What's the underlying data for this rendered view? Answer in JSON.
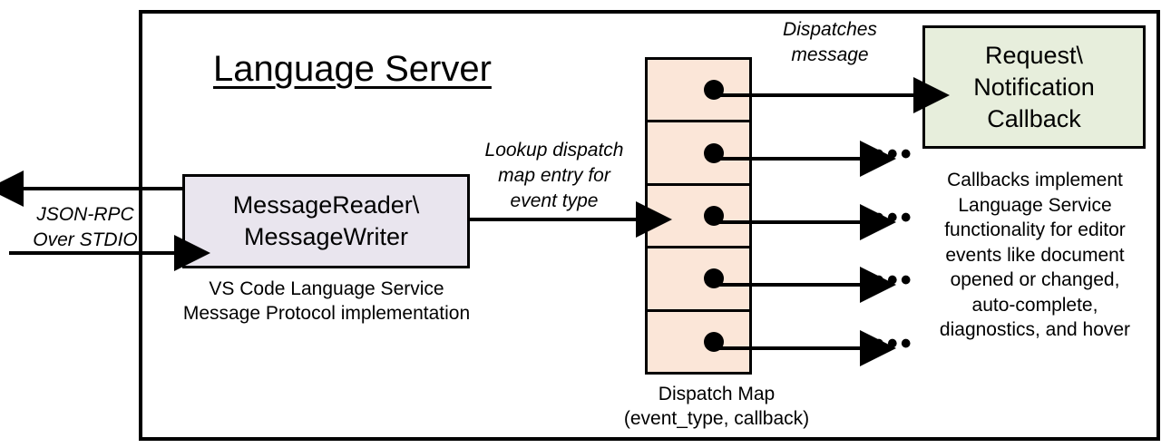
{
  "diagram": {
    "title": "Language Server",
    "nodes": {
      "message_io": {
        "label": "MessageReader\\\nMessageWriter",
        "caption": "VS Code Language Service\nMessage Protocol implementation",
        "fill": "#e9e5ee"
      },
      "dispatch_map": {
        "caption": "Dispatch Map\n(event_type, callback)",
        "fill": "#fbe6d8",
        "row_count": 5,
        "rows": [
          {
            "entry": "entry-1",
            "target": "callback"
          },
          {
            "entry": "entry-2",
            "target": "ellipsis"
          },
          {
            "entry": "entry-3",
            "target": "ellipsis"
          },
          {
            "entry": "entry-4",
            "target": "ellipsis"
          },
          {
            "entry": "entry-5",
            "target": "ellipsis"
          }
        ]
      },
      "callback": {
        "label": "Request\\\nNotification\nCallback",
        "description": "Callbacks implement\nLanguage Service\nfunctionality for editor\nevents like document\nopened or changed,\nauto-complete,\ndiagnostics, and hover",
        "fill": "#e7eedc"
      }
    },
    "edges": {
      "jsonrpc": "JSON-RPC\nOver STDIO",
      "lookup": "Lookup dispatch\nmap entry for\nevent type",
      "dispatches": "Dispatches\nmessage"
    },
    "ellipsis": "•••",
    "colors": {
      "stroke": "#000000",
      "background": "#ffffff",
      "message_io_fill": "#e9e5ee",
      "dispatch_map_fill": "#fbe6d8",
      "callback_fill": "#e7eedc"
    }
  }
}
